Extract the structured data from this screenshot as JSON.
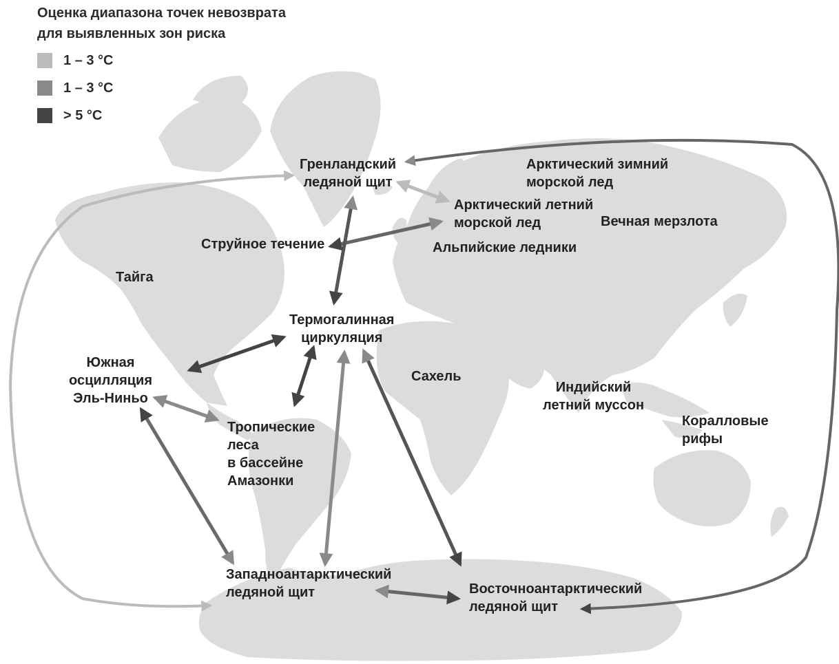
{
  "legend": {
    "title_line1": "Оценка диапазона точек невозврата",
    "title_line2": "для выявленных зон риска",
    "items": [
      {
        "label": "1 – 3 °C",
        "color": "#bbbbbb"
      },
      {
        "label": "1 – 3 °C",
        "color": "#8a8a8a"
      },
      {
        "label": "> 5 °C",
        "color": "#444444"
      }
    ]
  },
  "colors": {
    "land": "#dcdcdc",
    "ocean": "#ffffff",
    "text": "#222222",
    "arrow_light": "#bbbbbb",
    "arrow_medium": "#8a8a8a",
    "arrow_dark": "#444444"
  },
  "labels": {
    "greenland": "Гренландский\nледяной щит",
    "arctic_winter_ice": "Арктический зимний\nморской лед",
    "arctic_summer_ice": "Арктический летний\nморской лед",
    "permafrost": "Вечная мерзлота",
    "jet_stream": "Струйное течение",
    "alpine_glaciers": "Альпийские ледники",
    "taiga": "Тайга",
    "thermohaline": "Термогалинная\nциркуляция",
    "enso": "Южная\nосцилляция\nЭль-Ниньо",
    "sahel": "Сахель",
    "indian_monsoon": "Индийский\nлетний муссон",
    "coral_reefs": "Коралловые\nрифы",
    "amazon": "Тропические\nлеса\nв бассейне\nАмазонки",
    "west_antarctic": "Западноантарктический\nледяной щит",
    "east_antarctic": "Восточноантарктический\nледяной щит"
  }
}
